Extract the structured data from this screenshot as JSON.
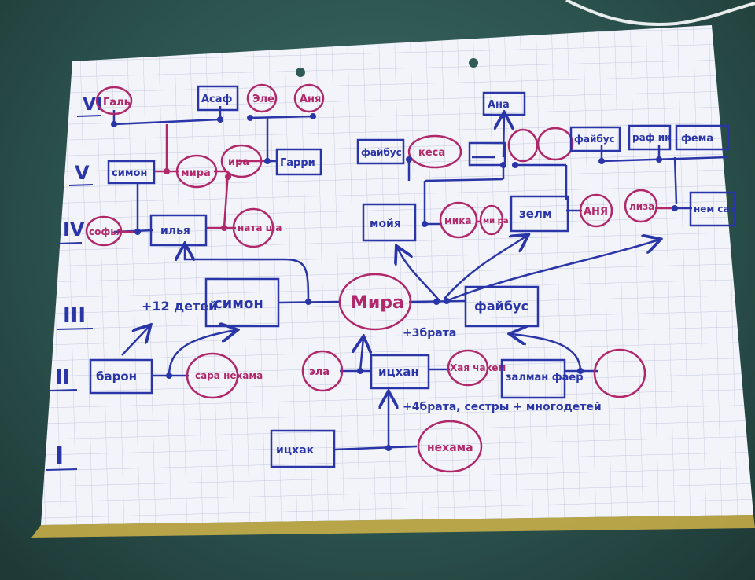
{
  "generations": {
    "g6": "VI",
    "g5": "V",
    "g4": "IV",
    "g3": "III",
    "g2": "II",
    "g1": "I"
  },
  "people": {
    "gal": "Галь",
    "asaf": "Асаф",
    "ele": "Эле",
    "anya6": "Аня",
    "simon5": "симон",
    "mira5": "мира",
    "ira": "ира",
    "garri": "Гарри",
    "sofya": "софья",
    "ilya": "илья",
    "natasha": "ната ша",
    "simon3": "симон",
    "mira3": "Мира",
    "faybus3": "файбус",
    "baron": "барон",
    "sara": "сара нехама",
    "ela": "эла",
    "itsan": "ицхан",
    "khaya": "Хая чахем",
    "zalman": "залман фаер",
    "itsik": "ицхак",
    "nechama": "нехама",
    "faybus5": "файбус",
    "kesa": "кеса",
    "ana": "Ана",
    "moshe": "мойя",
    "mika": "мика",
    "mira4": "ми ра",
    "zelm": "зелм",
    "anya4": "АНЯ",
    "liza": "лиза",
    "faybus6": "файбус",
    "rafik": "раф ик",
    "fema": "фема",
    "nesah": "нем сах"
  },
  "notes": {
    "plus12": "+12 детей",
    "plus3": "+3брата",
    "plus4": "+4брата, сестры + многодетей"
  },
  "colors": {
    "ink_blue": "#2a35a8",
    "ink_red": "#b0286a",
    "paper": "#f3f4fa",
    "grid": "#c3c8dc",
    "background": "#2f5a55"
  }
}
